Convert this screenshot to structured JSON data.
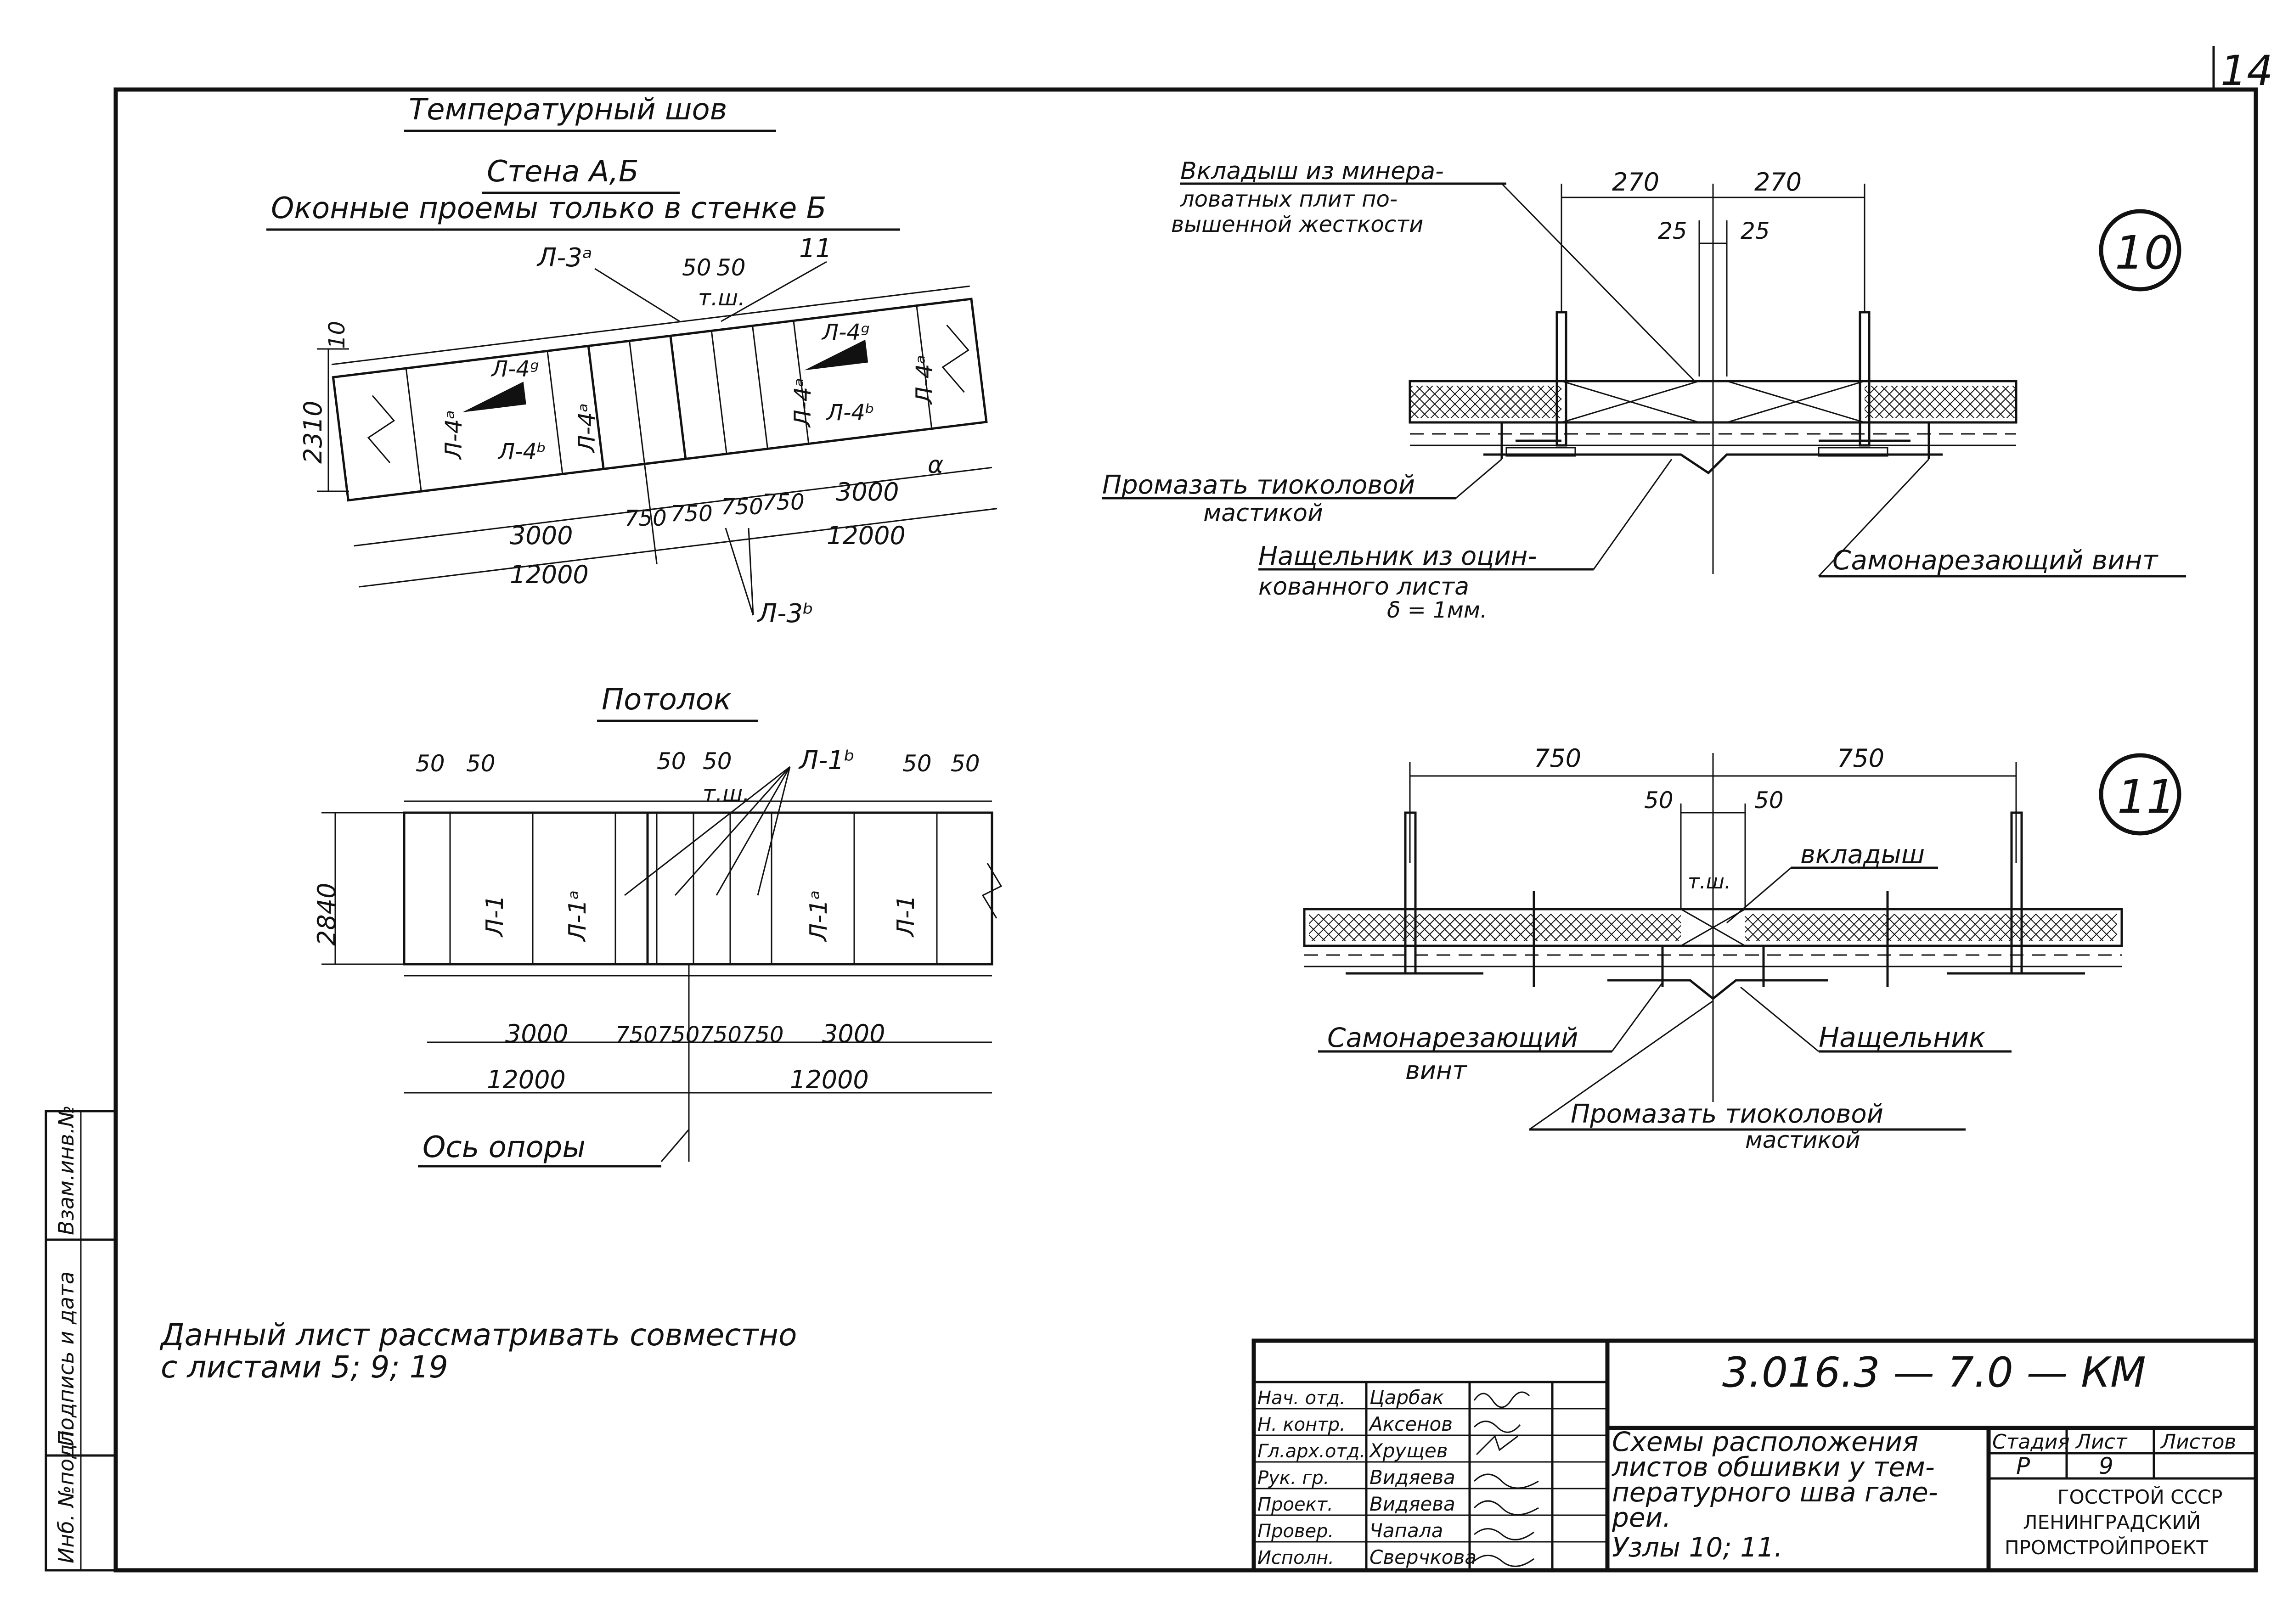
{
  "sheet_number": "14",
  "left_stamp": {
    "inv_no": "Инб. №подл.",
    "sign_date": "Подпись и дата",
    "inv_no_replace": "Взам.инв.№"
  },
  "wall_section": {
    "title1": "Температурный шов",
    "title2": "Стена А,Б",
    "title3": "Оконные проемы только в стенке Б",
    "labels": {
      "l3a": "Л-3ᵃ",
      "l4g_1": "Л-4ᵍ",
      "l4v_1": "Л-4ᵇ",
      "l4a_1": "Л-4ᵃ",
      "l4a_2": "Л-4ᵃ",
      "l4a_3": "Л-4ᵃ",
      "l4g_2": "Л-4ᵍ",
      "l4v_2": "Л-4ᵇ",
      "l4a_4": "Л-4ᵃ",
      "l3b": "Л-3ᵇ",
      "tsh": "т.ш.",
      "n11": "11",
      "d50a": "50",
      "d50b": "50",
      "d10": "10",
      "d2310": "2310",
      "d3000a": "3000",
      "d750a": "750",
      "d750b": "750",
      "d750c": "750",
      "d750d": "750",
      "d3000b": "3000",
      "d12000a": "12000",
      "d12000b": "12000",
      "alpha": "α"
    }
  },
  "ceiling_section": {
    "title": "Потолок",
    "labels": {
      "d50a": "50",
      "d50b": "50",
      "d50c": "50",
      "d50d": "50",
      "d50e": "50",
      "d50f": "50",
      "l1b": "Л-1ᵇ",
      "tsh": "т.ш.",
      "d2840": "2840",
      "l1_1": "Л-1",
      "l1a_1": "Л-1ᵃ",
      "l1a_2": "Л-1ᵃ",
      "l1_2": "Л-1",
      "d3000a": "3000",
      "d750_4": "750750750750",
      "d3000b": "3000",
      "d12000a": "12000",
      "d12000b": "12000",
      "axis": "Ось опоры"
    }
  },
  "node10": {
    "number": "10",
    "insert_l1": "Вкладыш из минера-",
    "insert_l2": "ловатных плит по-",
    "insert_l3": "вышенной жесткости",
    "d270a": "270",
    "d270b": "270",
    "d25a": "25",
    "d25b": "25",
    "seal_l1": "Промазать тиоколовой",
    "seal_l2": "мастикой",
    "cover_l1": "Нащельник из оцин-",
    "cover_l2": "кованного листа",
    "cover_l3": "δ = 1мм.",
    "screw": "Самонарезающий винт"
  },
  "node11": {
    "number": "11",
    "d750a": "750",
    "d750b": "750",
    "d50a": "50",
    "d50b": "50",
    "tsh": "т.ш.",
    "insert": "вкладыш",
    "screw_l1": "Самонарезающий",
    "screw_l2": "винт",
    "cover": "Нащельник",
    "seal_l1": "Промазать тиоколовой",
    "seal_l2": "мастикой"
  },
  "note": {
    "line1": "Данный лист рассматривать совместно",
    "line2": "с листами 5; 9; 19"
  },
  "title_block": {
    "code": "3.016.3 — 7.0 — КМ",
    "roles": [
      "Нач. отд.",
      "Н. контр.",
      "Гл.арх.отд.",
      "Рук. гр.",
      "Проект.",
      "Провер.",
      "Исполн."
    ],
    "names": [
      "Царбак",
      "Аксенов",
      "Хрущев",
      "Видяева",
      "Видяева",
      "Чапала",
      "Сверчкова"
    ],
    "description_l1": "Схемы расположения",
    "description_l2": "листов обшивки у тем-",
    "description_l3": "пературного шва гале-",
    "description_l4": "реи.",
    "description_l5": "Узлы 10; 11.",
    "stage_h": "Стадия",
    "sheet_h": "Лист",
    "sheets_h": "Листов",
    "stage": "Р",
    "sheet": "9",
    "org_l1": "ГОССТРОЙ СССР",
    "org_l2": "ЛЕНИНГРАДСКИЙ",
    "org_l3": "ПРОМСТРОЙПРОЕКТ"
  }
}
